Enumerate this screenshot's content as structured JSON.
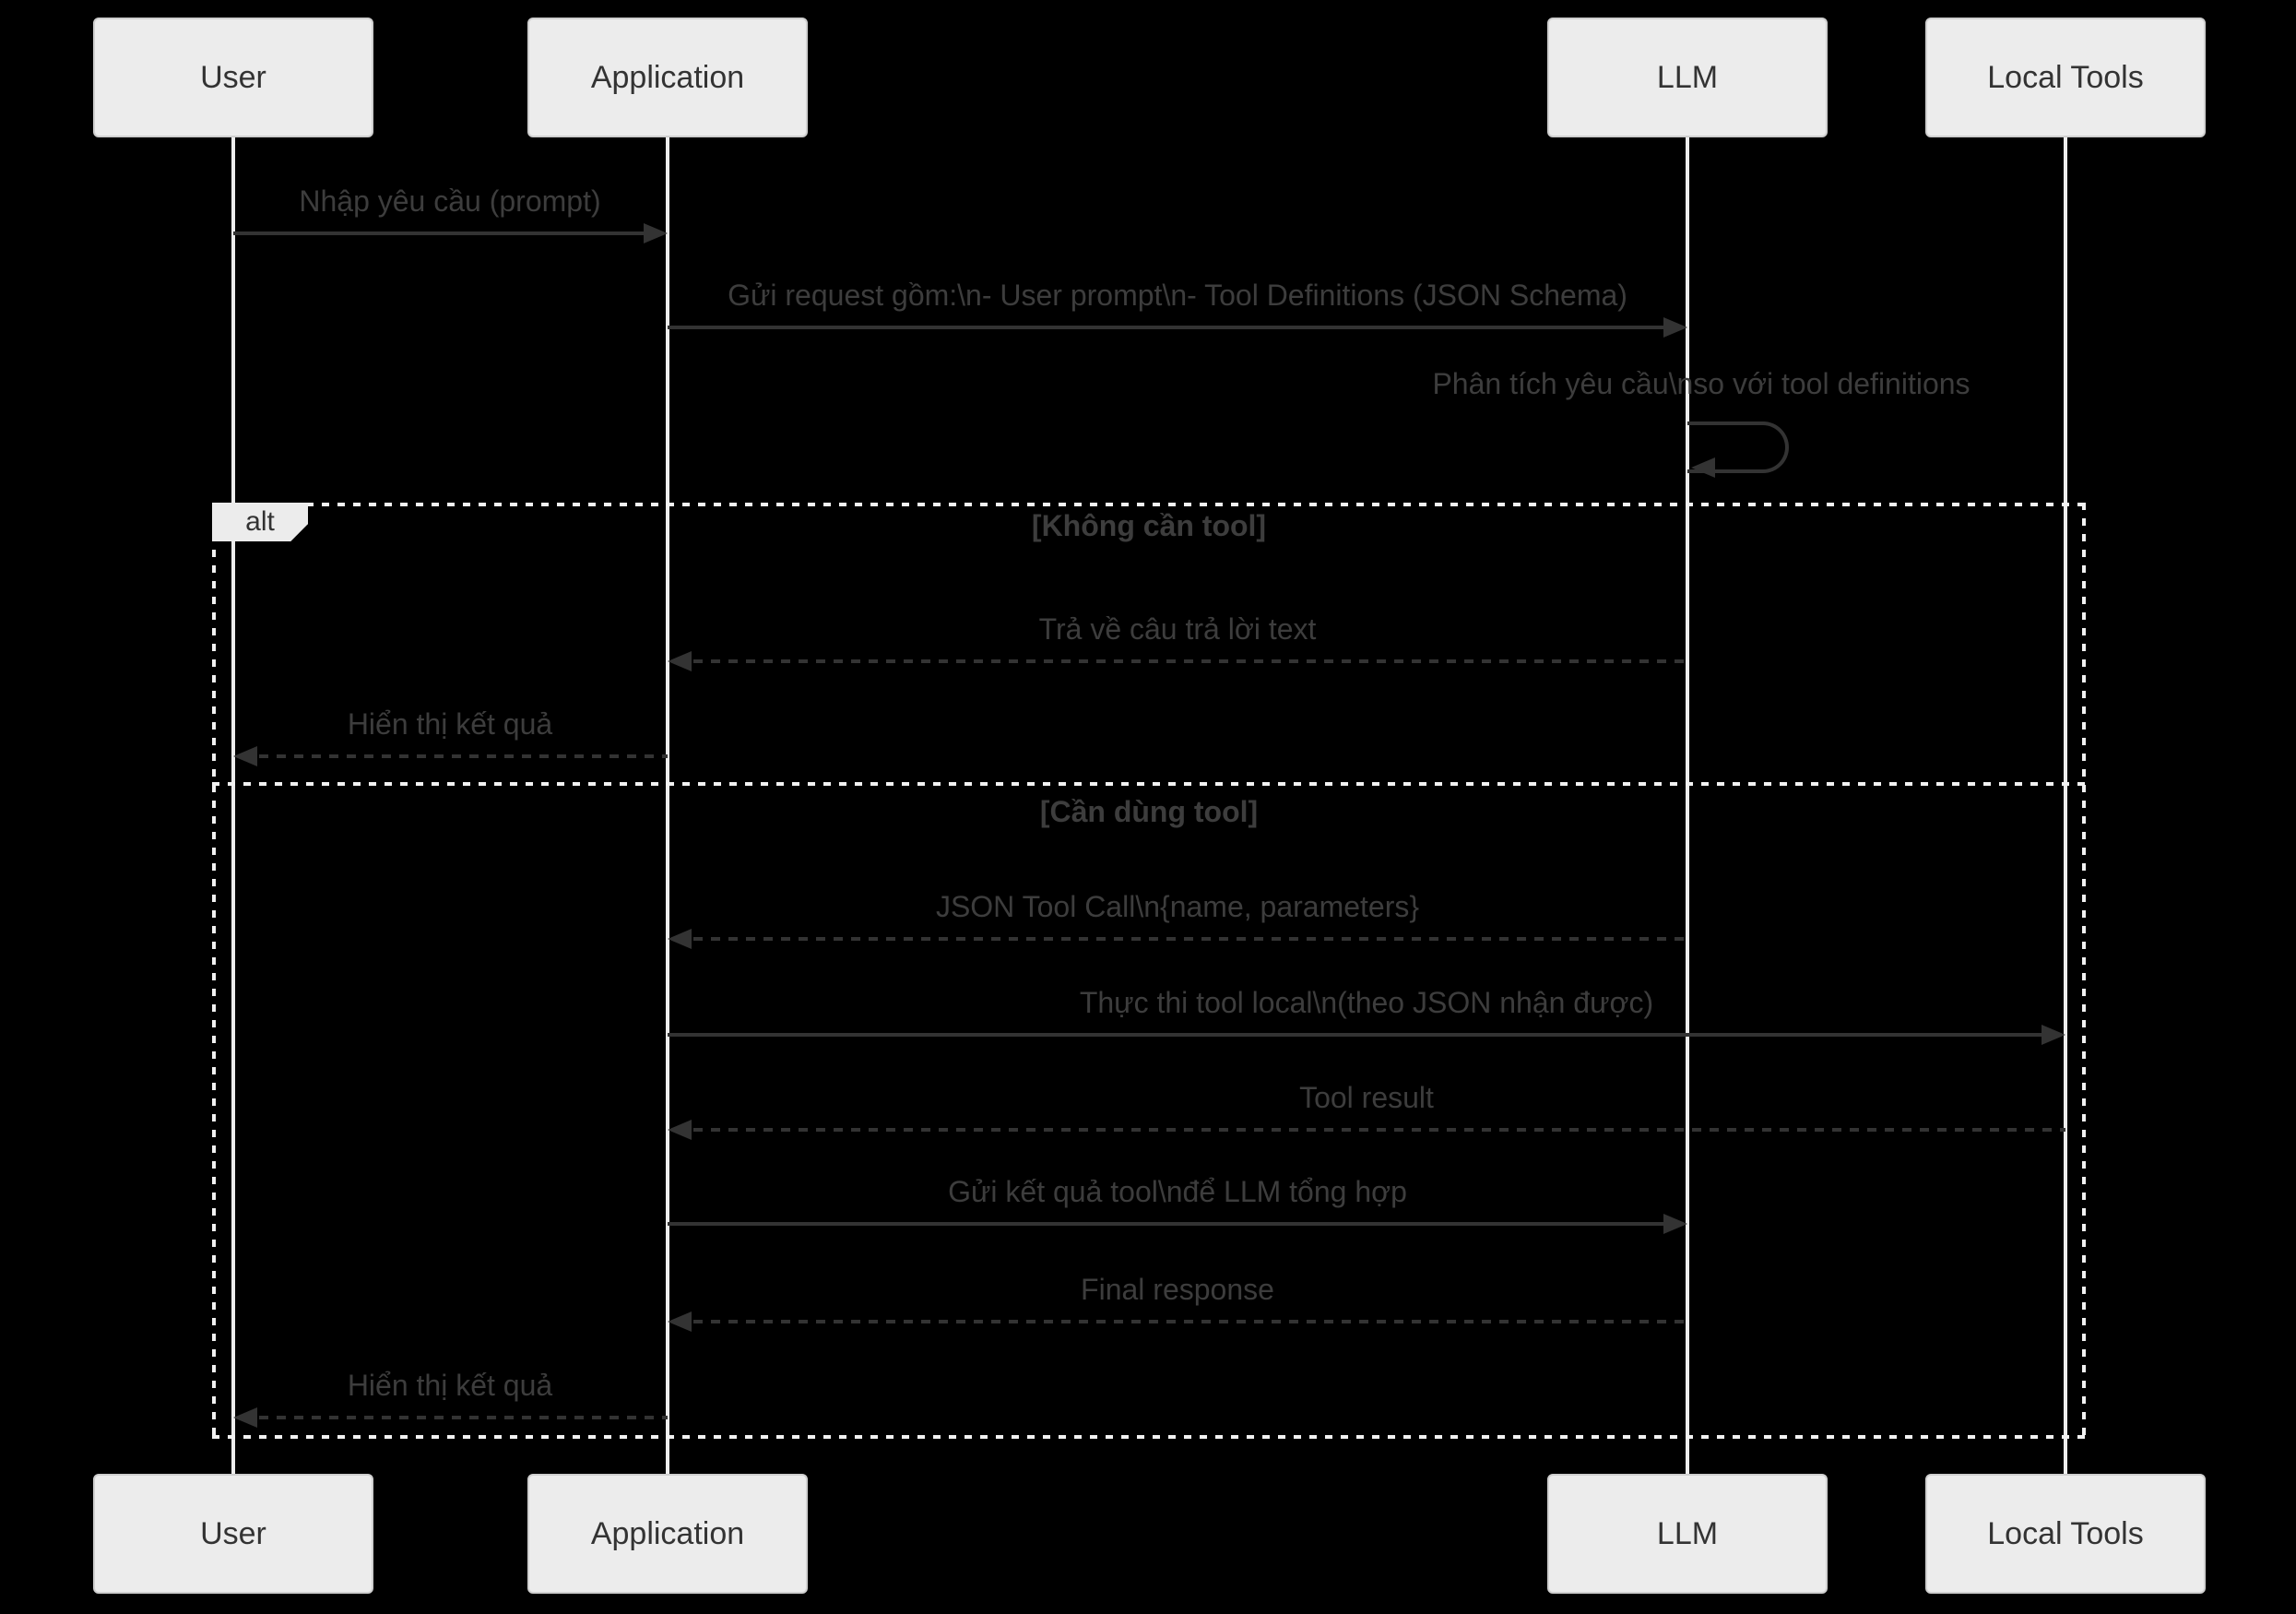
{
  "diagram": {
    "type": "sequence",
    "background": "#000000",
    "actor_fill": "#ececec",
    "actor_border": "#cfcfcf",
    "text_color": "#3d3d3d",
    "line_color": "#333333",
    "lifeline_color": "#ededed",
    "frame_border_color": "#f2f2f2"
  },
  "actors": [
    {
      "name": "User"
    },
    {
      "name": "Application"
    },
    {
      "name": "LLM"
    },
    {
      "name": "Local Tools"
    }
  ],
  "alt": {
    "label": "alt",
    "branch1": "[Không cần tool]",
    "branch2": "[Cần dùng tool]"
  },
  "messages": [
    {
      "text": "Nhập yêu cầu (prompt)",
      "from": "User",
      "to": "Application",
      "style": "solid"
    },
    {
      "text": "Gửi request gồm:\\n- User prompt\\n- Tool Definitions (JSON Schema)",
      "from": "Application",
      "to": "LLM",
      "style": "solid"
    },
    {
      "text": "Phân tích yêu cầu\\nso với tool definitions",
      "from": "LLM",
      "to": "LLM",
      "style": "self"
    },
    {
      "text": "Trả về câu trả lời text",
      "from": "LLM",
      "to": "Application",
      "style": "dashed"
    },
    {
      "text": "Hiển thị kết quả",
      "from": "Application",
      "to": "User",
      "style": "dashed"
    },
    {
      "text": "JSON Tool Call\\n{name, parameters}",
      "from": "LLM",
      "to": "Application",
      "style": "dashed"
    },
    {
      "text": "Thực thi tool local\\n(theo JSON nhận được)",
      "from": "Application",
      "to": "Local Tools",
      "style": "solid"
    },
    {
      "text": "Tool result",
      "from": "Local Tools",
      "to": "Application",
      "style": "dashed"
    },
    {
      "text": "Gửi kết quả tool\\nđể LLM tổng hợp",
      "from": "Application",
      "to": "LLM",
      "style": "solid"
    },
    {
      "text": "Final response",
      "from": "LLM",
      "to": "Application",
      "style": "dashed"
    },
    {
      "text": "Hiển thị kết quả",
      "from": "Application",
      "to": "User",
      "style": "dashed"
    }
  ]
}
